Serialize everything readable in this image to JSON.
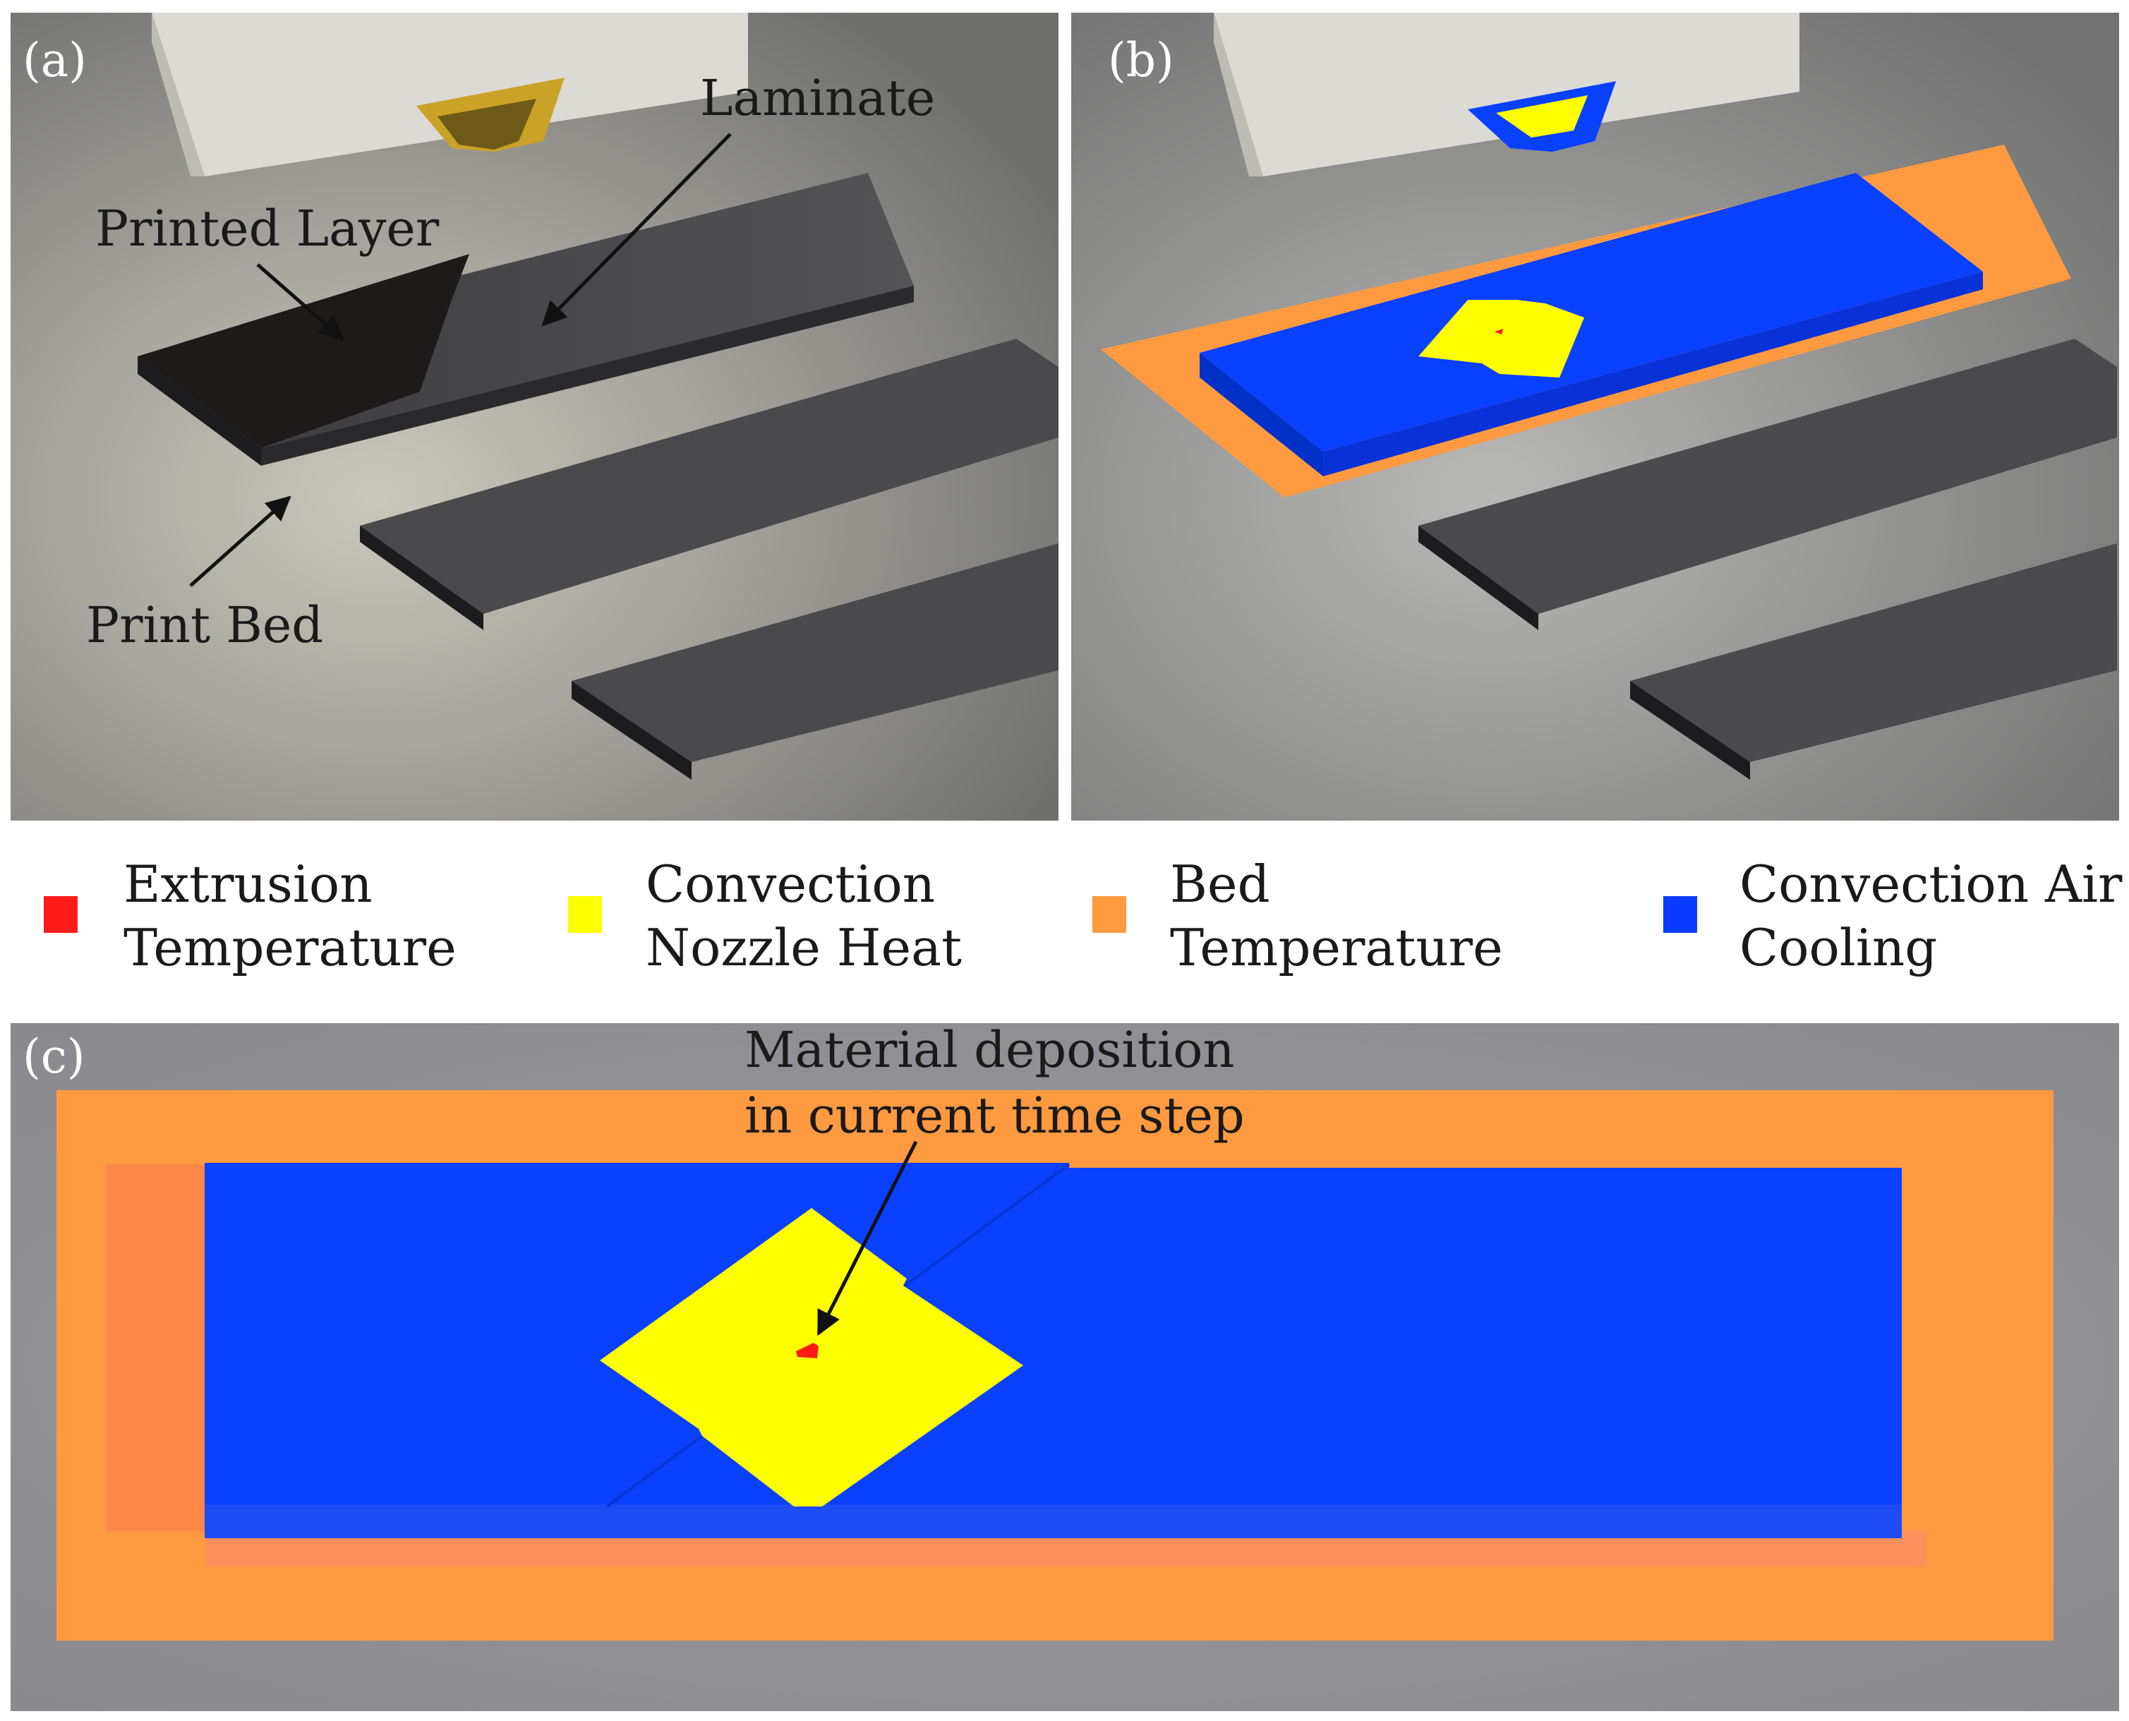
{
  "panels": {
    "a": {
      "tag": "(a)",
      "labels": {
        "laminate": "Laminate",
        "printed_layer": "Printed Layer",
        "print_bed": "Print Bed"
      }
    },
    "b": {
      "tag": "(b)"
    },
    "c": {
      "tag": "(c)",
      "annotation_line1": "Material deposition",
      "annotation_line2": "in current time step"
    }
  },
  "legend": [
    {
      "line1": "Extrusion",
      "line2": "Temperature",
      "color": "#ff1a1a"
    },
    {
      "line1": "Convection",
      "line2": "Nozzle Heat",
      "color": "#ffff00"
    },
    {
      "line1": "Bed",
      "line2": "Temperature",
      "color": "#ff9a40"
    },
    {
      "line1": "Convection Air",
      "line2": "Cooling",
      "color": "#0a3cff"
    }
  ],
  "colors": {
    "background_gray": "#8a8a88",
    "laminate_dark": "#3c3c3e",
    "printed_layer": "#1e1a1a",
    "nozzle_body": "#e6e4df",
    "nozzle_tip": "#c8a020",
    "bed_orange": "#ff9a40",
    "air_blue": "#0a40ff",
    "nozzle_yellow": "#ffff00",
    "extrusion_red": "#ff1a1a"
  }
}
